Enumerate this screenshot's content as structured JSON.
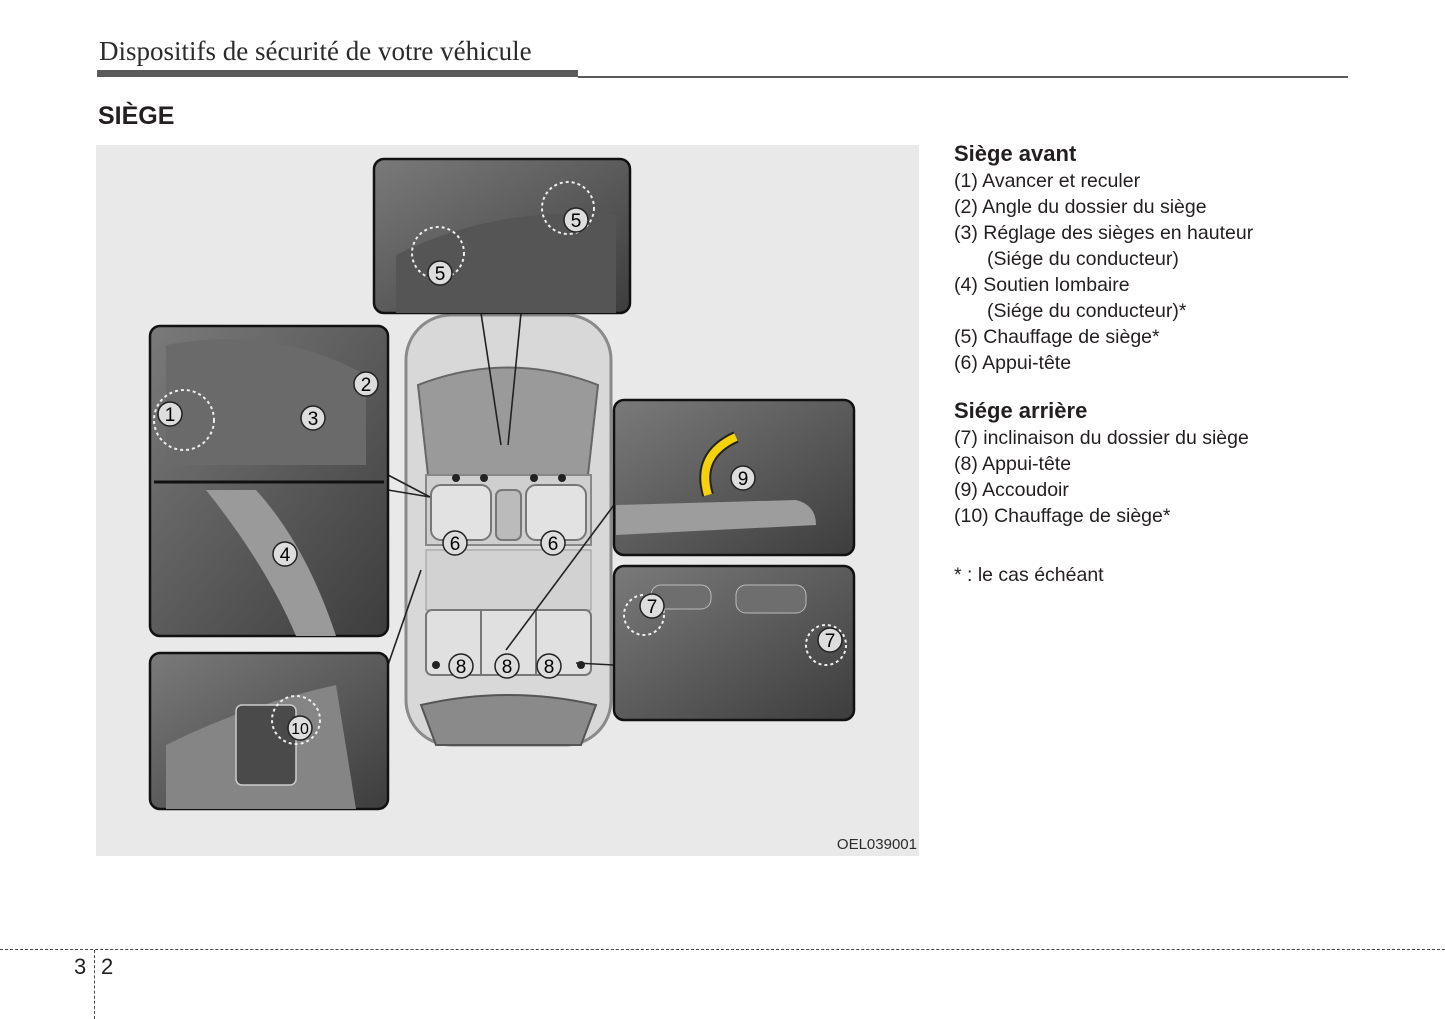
{
  "header": {
    "title": "Dispositifs de sécurité de votre véhicule"
  },
  "section": {
    "title": "SIÈGE"
  },
  "figure": {
    "code": "OEL039001",
    "callouts": {
      "c1": "1",
      "c2": "2",
      "c3": "3",
      "c4": "4",
      "c5a": "5",
      "c5b": "5",
      "c6a": "6",
      "c6b": "6",
      "c7a": "7",
      "c7b": "7",
      "c8a": "8",
      "c8b": "8",
      "c8c": "8",
      "c9": "9",
      "c10": "10"
    }
  },
  "front": {
    "heading": "Siège avant",
    "items": [
      {
        "text": "(1) Avancer et reculer"
      },
      {
        "text": "(2) Angle du dossier du siège"
      },
      {
        "text": "(3) Réglage des sièges en hauteur",
        "cont": "(Siége du conducteur)"
      },
      {
        "text": "(4) Soutien lombaire",
        "cont": "(Siége du conducteur)*"
      },
      {
        "text": "(5) Chauffage de siège*"
      },
      {
        "text": "(6) Appui-tête"
      }
    ]
  },
  "rear": {
    "heading": "Siége arrière",
    "items": [
      {
        "text": "(7) inclinaison du dossier du siège"
      },
      {
        "text": "(8) Appui-tête"
      },
      {
        "text": "(9) Accoudoir"
      },
      {
        "text": "(10) Chauffage de siège*"
      }
    ]
  },
  "note": "* : le cas échéant",
  "footer": {
    "chapter": "3",
    "page": "2"
  }
}
